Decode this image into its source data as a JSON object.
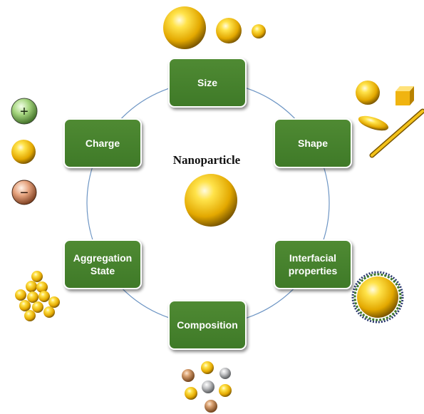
{
  "diagram": {
    "center_label": "Nanoparticle",
    "properties": [
      {
        "id": "size",
        "label": "Size"
      },
      {
        "id": "shape",
        "label": "Shape"
      },
      {
        "id": "interfacial",
        "label": "Interfacial properties"
      },
      {
        "id": "composition",
        "label": "Composition"
      },
      {
        "id": "aggregation",
        "label": "Aggregation State"
      },
      {
        "id": "charge",
        "label": "Charge"
      }
    ],
    "charge_signs": {
      "positive": "+",
      "negative": "−"
    }
  },
  "colors": {
    "box_fill": "#4a8530",
    "ring": "#6d95c4",
    "gold": "#f3c21a",
    "copper": "#c98850",
    "silver": "#a9aaac"
  },
  "icons": [
    "gold-sphere-icon",
    "gold-cube-icon",
    "gold-disc-icon",
    "gold-rod-icon",
    "coated-sphere-icon",
    "positive-charge-icon",
    "negative-charge-icon"
  ]
}
